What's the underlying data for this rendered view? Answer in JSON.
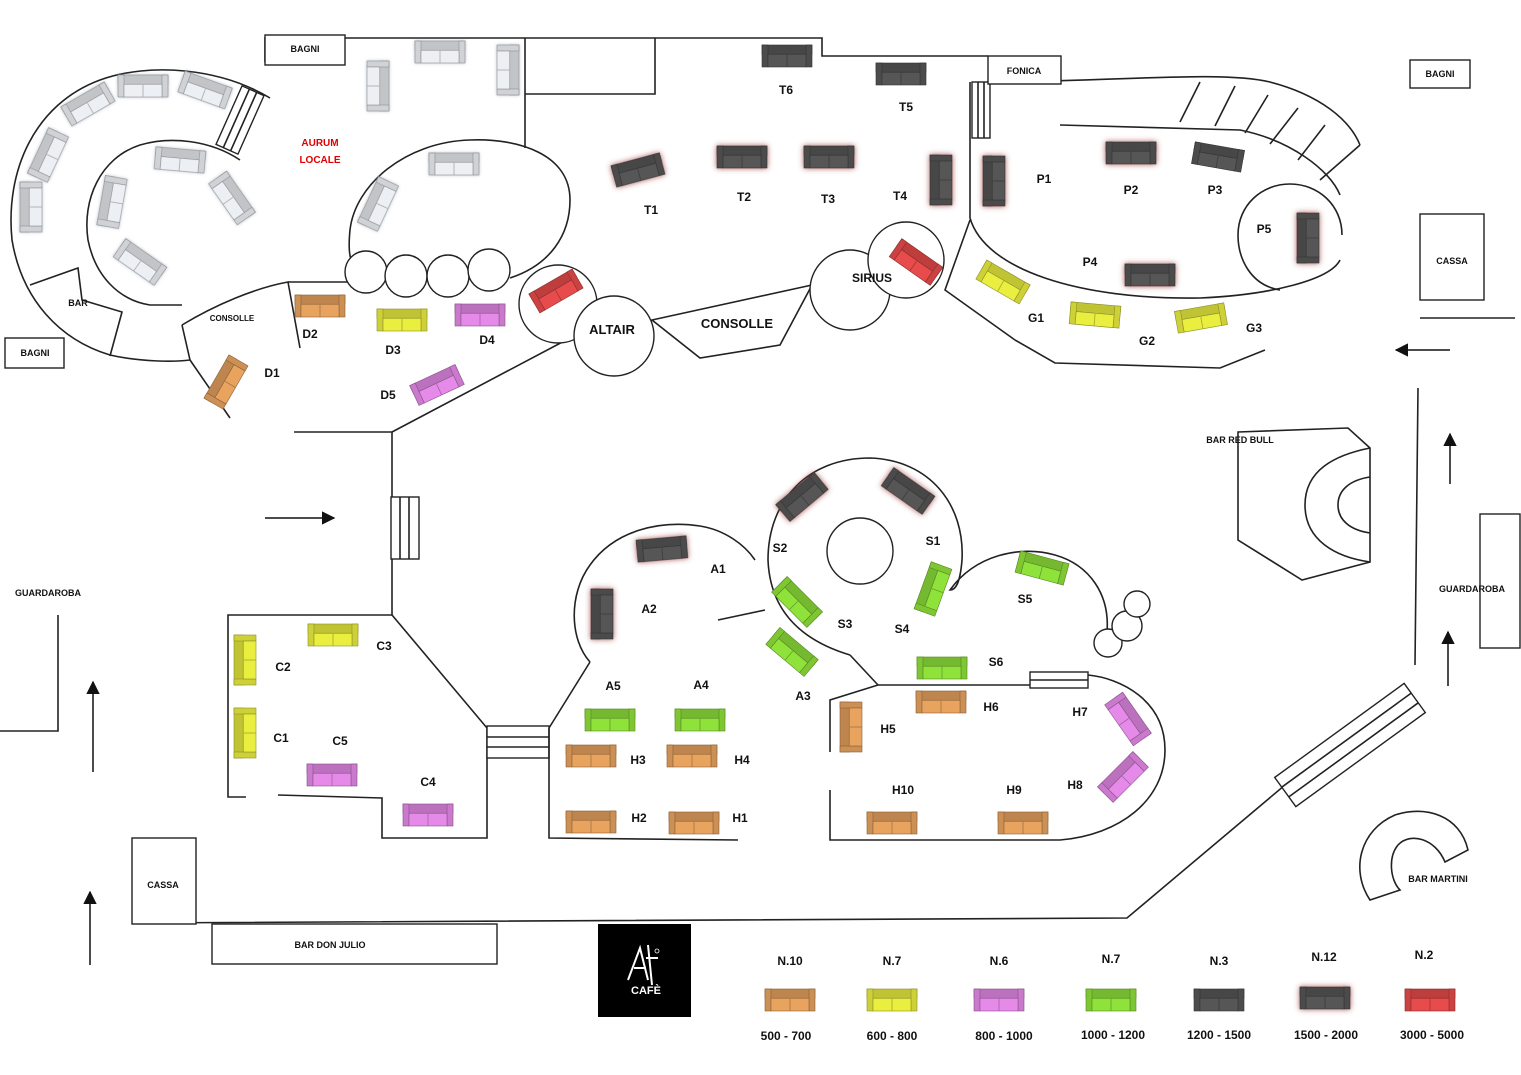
{
  "colors": {
    "orange": "#e8a35f",
    "yellow": "#e9ee3f",
    "pink": "#e58ae8",
    "green": "#8fe23a",
    "dark": "#565656",
    "dark_halo": "#b06a6a",
    "red": "#e84b4b",
    "white_sofa": "#eceff3",
    "aurum_text": "#e00000"
  },
  "areas": {
    "bagni_top": "BAGNI",
    "bagni_left": "BAGNI",
    "bagni_right": "BAGNI",
    "bar": "BAR",
    "consolle_small": "CONSOLLE",
    "aurum_line1": "AURUM",
    "aurum_line2": "LOCALE",
    "fonica": "FONICA",
    "cassa_right": "CASSA",
    "cassa_left": "CASSA",
    "altair": "ALTAIR",
    "consolle": "CONSOLLE",
    "sirius": "SIRIUS",
    "bar_red_bull": "BAR RED BULL",
    "guardaroba_left": "GUARDAROBA",
    "guardaroba_right": "GUARDAROBA",
    "bar_don_julio": "BAR DON JULIO",
    "bar_martini": "BAR MARTINI"
  },
  "logo": {
    "text": "CAFÈ"
  },
  "tables": {
    "T1": "T1",
    "T2": "T2",
    "T3": "T3",
    "T4": "T4",
    "T5": "T5",
    "T6": "T6",
    "P1": "P1",
    "P2": "P2",
    "P3": "P3",
    "P4": "P4",
    "P5": "P5",
    "G1": "G1",
    "G2": "G2",
    "G3": "G3",
    "D1": "D1",
    "D2": "D2",
    "D3": "D3",
    "D4": "D4",
    "D5": "D5",
    "C1": "C1",
    "C2": "C2",
    "C3": "C3",
    "C4": "C4",
    "C5": "C5",
    "A1": "A1",
    "A2": "A2",
    "A3": "A3",
    "A4": "A4",
    "A5": "A5",
    "S1": "S1",
    "S2": "S2",
    "S3": "S3",
    "S4": "S4",
    "S5": "S5",
    "S6": "S6",
    "H1": "H1",
    "H2": "H2",
    "H3": "H3",
    "H4": "H4",
    "H5": "H5",
    "H6": "H6",
    "H7": "H7",
    "H8": "H8",
    "H9": "H9",
    "H10": "H10"
  },
  "legend": [
    {
      "count": "N.10",
      "range": "500 - 700",
      "color": "orange"
    },
    {
      "count": "N.7",
      "range": "600 - 800",
      "color": "yellow"
    },
    {
      "count": "N.6",
      "range": "800 - 1000",
      "color": "pink"
    },
    {
      "count": "N.7",
      "range": "1000 - 1200",
      "color": "green"
    },
    {
      "count": "N.3",
      "range": "1200 - 1500",
      "color": "dark"
    },
    {
      "count": "N.12",
      "range": "1500 - 2000",
      "color": "dark_halo"
    },
    {
      "count": "N.2",
      "range": "3000 - 5000",
      "color": "red"
    }
  ]
}
